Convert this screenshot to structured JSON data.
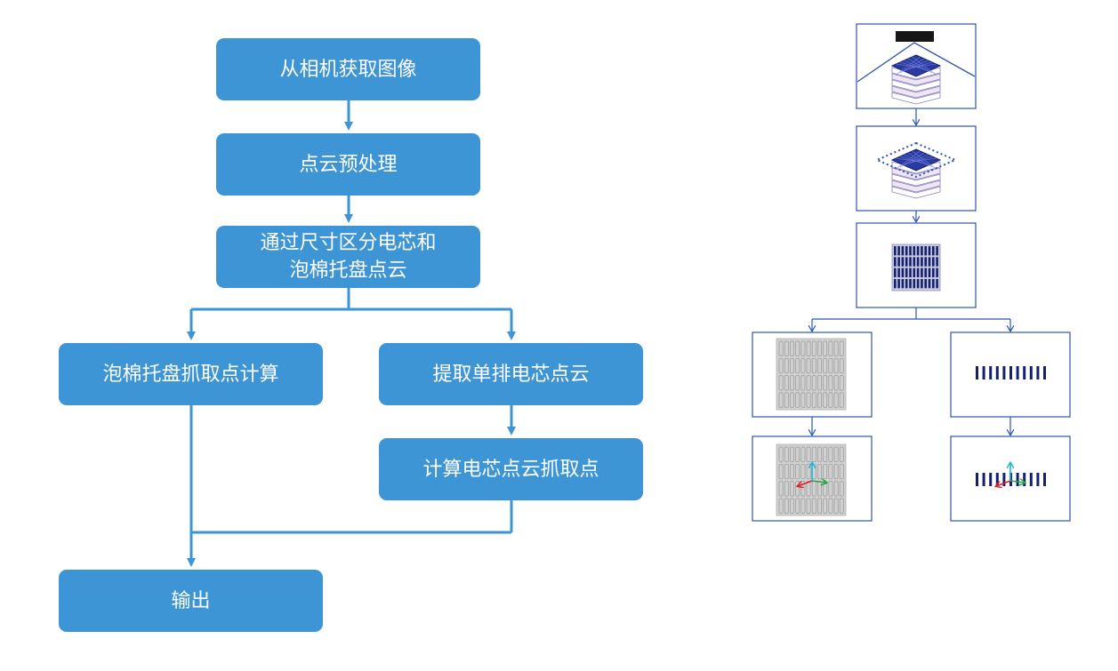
{
  "flowchart": {
    "nodes": {
      "acquire": "从相机获取图像",
      "preprocess": "点云预处理",
      "separate_line1": "通过尺寸区分电芯和",
      "separate_line2": "泡棉托盘点云",
      "foam_grasp": "泡棉托盘抓取点计算",
      "extract_row": "提取单排电芯点云",
      "cell_grasp": "计算电芯点云抓取点",
      "output": "输出"
    }
  },
  "colors": {
    "node_fill": "#3d95d5",
    "connector": "#3d95d5",
    "panel_border": "#2f55a8",
    "cell_navy": "#16216e",
    "tray_gray": "#d0d0d0",
    "axis_red": "#e0202a",
    "axis_green": "#1fa840",
    "axis_cyan": "#20b4d8"
  }
}
